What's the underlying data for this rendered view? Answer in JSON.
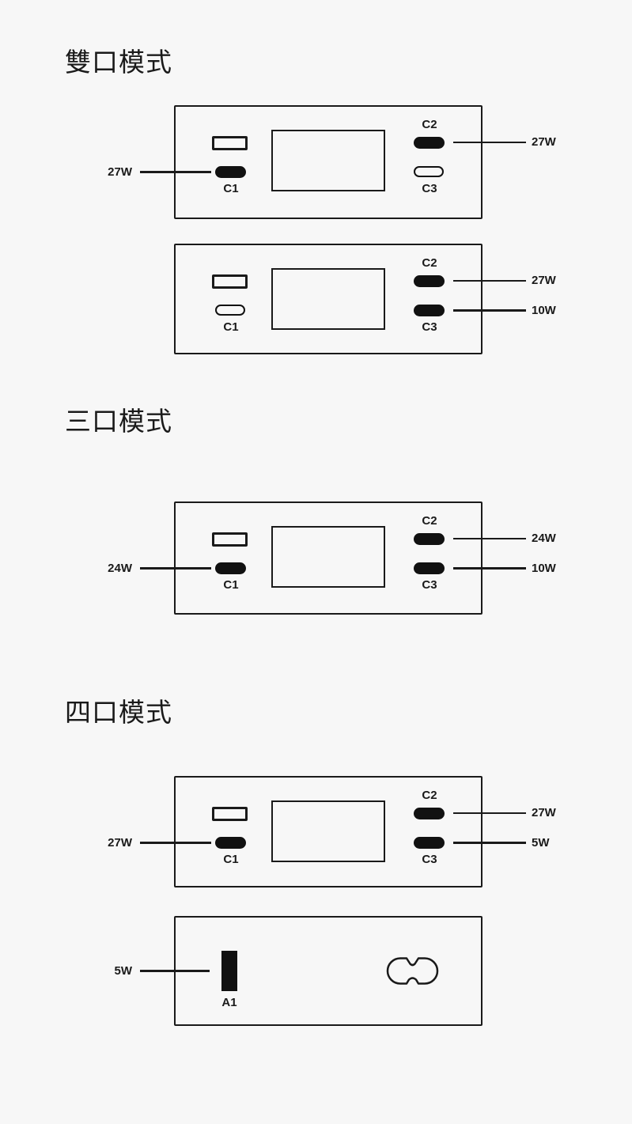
{
  "colors": {
    "background": "#f7f7f7",
    "ink": "#1a1a1a",
    "port_fill": "#111111"
  },
  "sections": [
    {
      "heading": "雙口模式",
      "devices": [
        {
          "c1": {
            "label": "C1",
            "active": true,
            "watt": "27W"
          },
          "c2": {
            "label": "C2",
            "active": true,
            "watt": "27W"
          },
          "c3": {
            "label": "C3",
            "active": false
          }
        },
        {
          "c1": {
            "label": "C1",
            "active": false
          },
          "c2": {
            "label": "C2",
            "active": true,
            "watt": "27W"
          },
          "c3": {
            "label": "C3",
            "active": true,
            "watt": "10W"
          }
        }
      ]
    },
    {
      "heading": "三口模式",
      "devices": [
        {
          "c1": {
            "label": "C1",
            "active": true,
            "watt": "24W"
          },
          "c2": {
            "label": "C2",
            "active": true,
            "watt": "24W"
          },
          "c3": {
            "label": "C3",
            "active": true,
            "watt": "10W"
          }
        }
      ]
    },
    {
      "heading": "四口模式",
      "devices": [
        {
          "c1": {
            "label": "C1",
            "active": true,
            "watt": "27W"
          },
          "c2": {
            "label": "C2",
            "active": true,
            "watt": "27W"
          },
          "c3": {
            "label": "C3",
            "active": true,
            "watt": "5W"
          }
        }
      ],
      "rear": {
        "a1": {
          "label": "A1",
          "active": true,
          "watt": "5W"
        },
        "ac_inlet_icon": "figure8-ac-inlet"
      }
    }
  ]
}
